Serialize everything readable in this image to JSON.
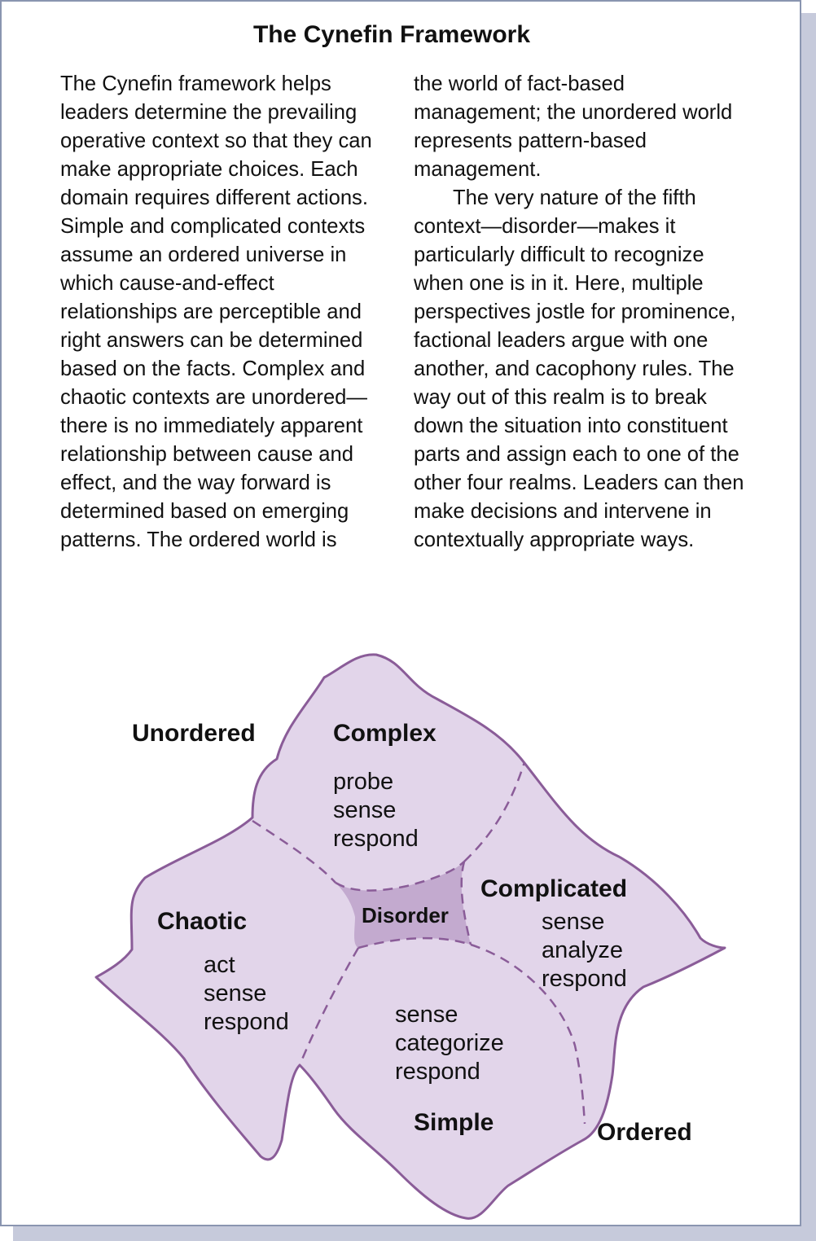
{
  "title": "The Cynefin Framework",
  "text": {
    "left": "The Cynefin framework helps leaders determine the prevailing operative context so that they can make appropriate choices. Each domain requires different actions. Simple and complicated contexts assume an ordered universe in which cause-and-effect relationships are perceptible and right answers can be determined based on the facts. Complex and chaotic contexts are unordered—there is no immediately apparent relationship between cause and effect, and the way forward is determined based on emerging patterns. The ordered world is",
    "right_p1": "the world of fact-based management; the unordered world represents pattern-based management.",
    "right_p2": "The very nature of the fifth context—disorder—makes it particularly difficult to recognize when one is in it. Here, multiple perspectives jostle for prominence, factional leaders argue with one another, and cacophony rules. The way out of this realm is to break down the situation into constituent parts and assign each to one of the other four realms. Leaders can then make decisions and intervene in contextually appropriate ways."
  },
  "diagram": {
    "unordered_label": "Unordered",
    "ordered_label": "Ordered",
    "domains": {
      "complex": {
        "name": "Complex",
        "steps": [
          "probe",
          "sense",
          "respond"
        ]
      },
      "complicated": {
        "name": "Complicated",
        "steps": [
          "sense",
          "analyze",
          "respond"
        ]
      },
      "chaotic": {
        "name": "Chaotic",
        "steps": [
          "act",
          "sense",
          "respond"
        ]
      },
      "simple": {
        "name": "Simple",
        "steps": [
          "sense",
          "categorize",
          "respond"
        ]
      },
      "disorder": {
        "name": "Disorder"
      }
    }
  },
  "colors": {
    "region_fill": "#e2d5ea",
    "region_outline": "#8a5c98",
    "disorder_fill": "#c3aacf",
    "boundary_dash": "#8a5c98",
    "frame_border": "#8a95b0",
    "shadow": "#c6cadb"
  }
}
